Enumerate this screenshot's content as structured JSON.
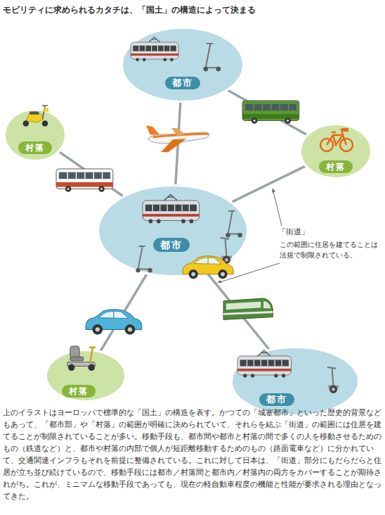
{
  "diagram": {
    "title": "モビリティに求められるカタチは、「国土」の構造によって決まる",
    "caption": "上のイラストはヨーロッパで標準的な「国土」の構造を表す。かつての「城塞都市」といった歴史的背景などもあって、「都市部」や「村落」の範囲が明確に決められていて、それらを結ぶ「街道」の範囲には住居を建てることが制限されていることが多い。移動手段も、都市間や都市と村落の間で多くの人を移動させるためのもの（鉄道など）と、都市や村落の内部で個人が短距離移動するためのもの（路面電車など）に分かれていて、交通関連インフラもそれを前提に整備されている。これに対して日本は、「街道」部分にもだらだらと住居が立ち並び続けているので、移動手段には都市／村落間と都市内／村落内の両方をカバーすることが期待されがち。これが、ミニマムな移動手段であっても、現在の軽自動車程度の機能と性能が要求される理由となってきた。",
    "nodes": [
      {
        "text": [
          "都市"
        ]
      },
      {
        "text": [
          "村落"
        ]
      },
      {
        "text": [
          "村落"
        ]
      },
      {
        "text": [
          "都市"
        ]
      },
      {
        "text": [
          "村落"
        ]
      },
      {
        "text": [
          "都市"
        ]
      }
    ],
    "edges": [
      {
        "from": 0,
        "to": 3,
        "arrow": "none"
      },
      {
        "from": 0,
        "to": 2,
        "arrow": "none"
      },
      {
        "from": 1,
        "to": 3,
        "arrow": "none"
      },
      {
        "from": 2,
        "to": 3,
        "arrow": "none"
      },
      {
        "from": 3,
        "to": 4,
        "arrow": "none"
      },
      {
        "from": 3,
        "to": 5,
        "arrow": "none"
      }
    ],
    "labels": [
      "「街道」",
      "この範囲に住居を建てることは法規で制限されている。"
    ]
  }
}
